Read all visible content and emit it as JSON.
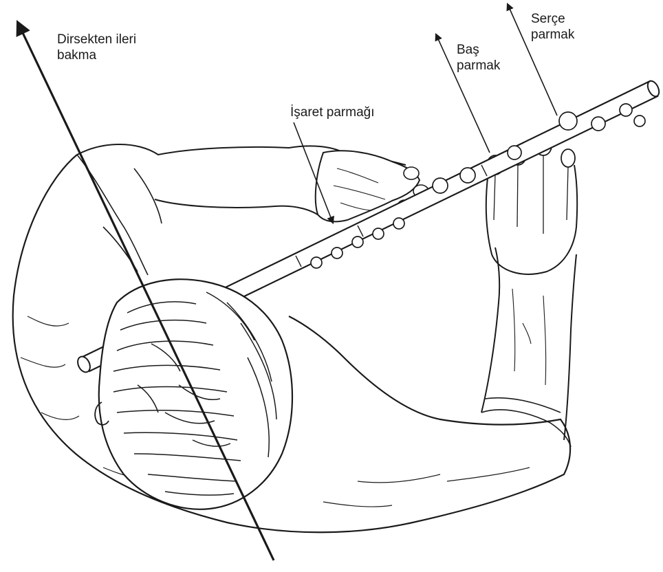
{
  "labels": {
    "elbow": {
      "line1": "Dirsekten ileri",
      "line2": "bakma"
    },
    "index_finger": "İşaret parmağı",
    "thumb": {
      "line1": "Baş",
      "line2": "parmak"
    },
    "pinky": {
      "line1": "Serçe",
      "line2": "parmak"
    }
  },
  "colors": {
    "ink": "#1a1a1a",
    "paper": "#ffffff"
  }
}
